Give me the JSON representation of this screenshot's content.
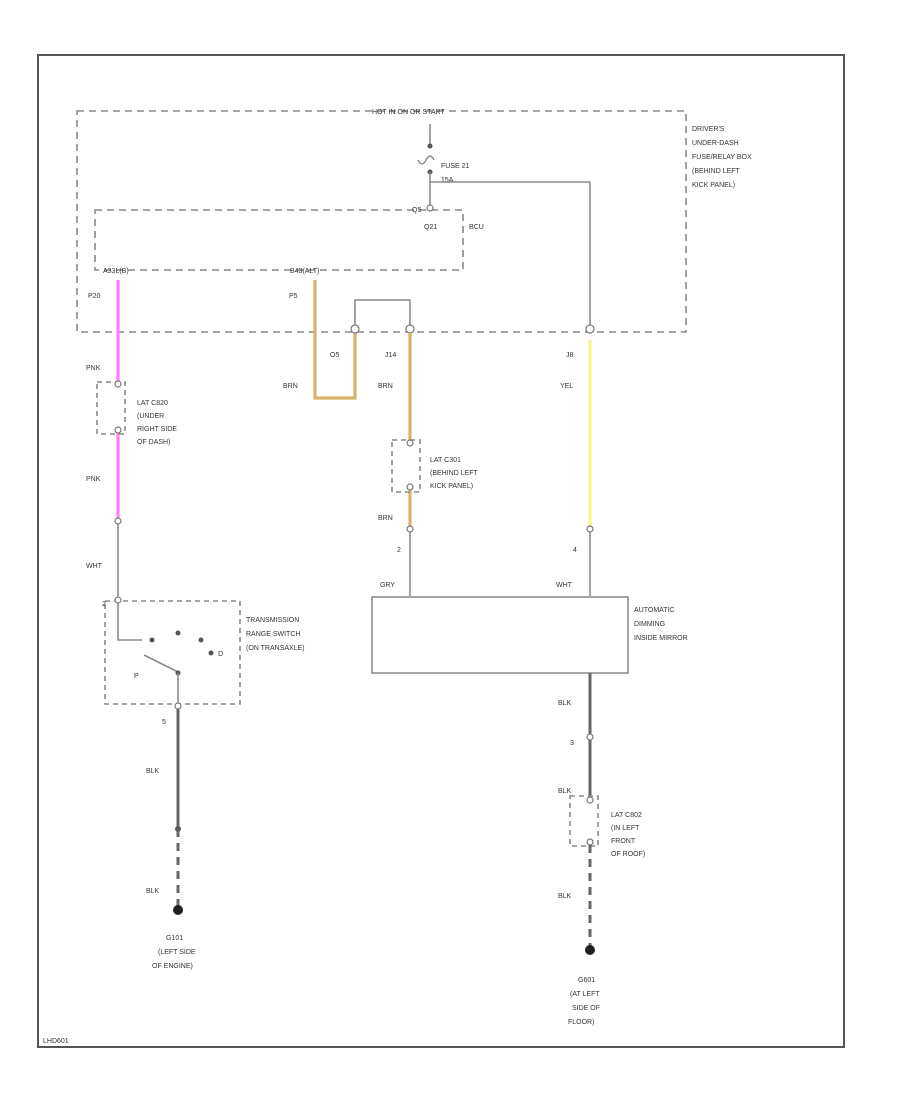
{
  "fuse_box": {
    "header": "HOT IN ON OR START",
    "fuse_label": "FUSE 21",
    "fuse_rating": "15A",
    "location": [
      "DRIVER'S",
      "UNDER-DASH",
      "FUSE/RELAY BOX",
      "(BEHIND LEFT",
      "KICK PANEL)"
    ],
    "bcu_label": "BCU",
    "q_pin_top": "Q5",
    "q_pin_label": "Q21",
    "pin_left": "A33L(B)",
    "pin_mid": "B43(ALT)",
    "pin_p20": "P20",
    "pin_p5": "P5",
    "pin_o5": "O5",
    "pin_j14": "J14",
    "pin_j8": "J8"
  },
  "wires": {
    "pnk_top": "PNK",
    "pnk_bottom": "PNK",
    "brn_loop": "BRN",
    "brn_a": "BRN",
    "brn_b": "BRN",
    "yel": "YEL",
    "wht_left": "WHT",
    "gry": "GRY",
    "wht_right": "WHT",
    "blk_1": "BLK",
    "blk_2": "BLK",
    "blk_3": "BLK",
    "blk_4": "BLK",
    "blk_5": "BLK"
  },
  "connectors": {
    "c_left": [
      "LAT C820",
      "(UNDER",
      "RIGHT SIDE",
      "OF DASH)"
    ],
    "c_mid": [
      "LAT C301",
      "(BEHIND LEFT",
      "KICK PANEL)"
    ],
    "c_right": [
      "LAT C802",
      "(IN LEFT",
      "FRONT",
      "OF ROOF)"
    ]
  },
  "trs": {
    "name": [
      "TRANSMISSION",
      "RANGE SWITCH",
      "(ON TRANSAXLE)"
    ],
    "pin_top": "2",
    "pin_bottom": "5",
    "pos_p": "P",
    "pos_d": "D"
  },
  "mirror": {
    "name": [
      "AUTOMATIC",
      "DIMMING",
      "INSIDE MIRROR"
    ],
    "pin_2": "2",
    "pin_4": "4",
    "pin_3": "3"
  },
  "grounds": {
    "left": [
      "G101",
      "(LEFT SIDE",
      "OF ENGINE)"
    ],
    "right": [
      "G601",
      "(AT LEFT",
      "SIDE OF",
      "FLOOR)"
    ]
  },
  "footer_code": "LHD601"
}
